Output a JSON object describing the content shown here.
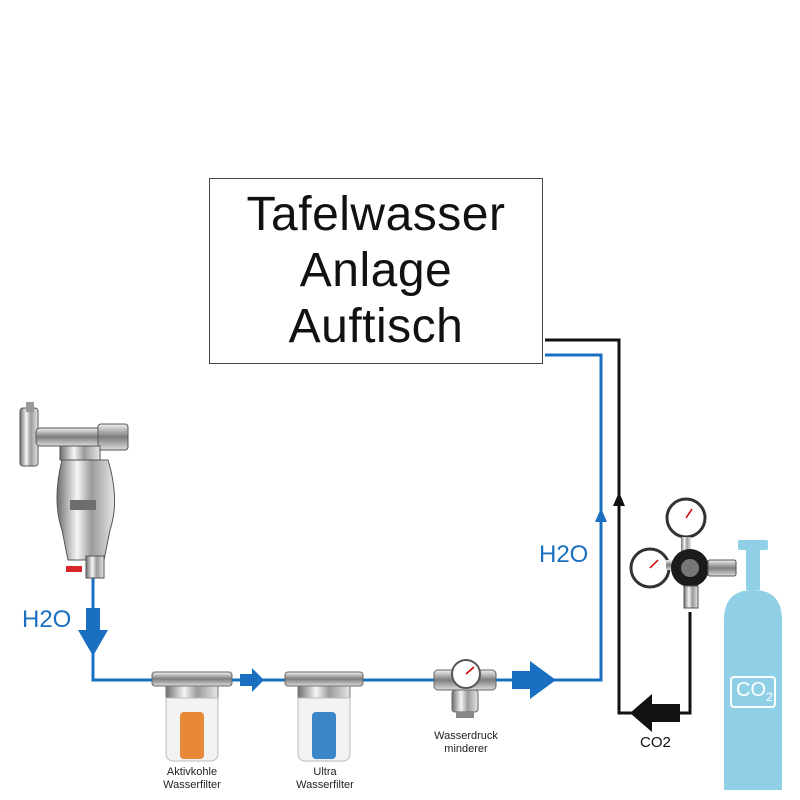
{
  "title": {
    "lines": [
      "Tafelwasser",
      "Anlage",
      "Auftisch"
    ]
  },
  "labels": {
    "h2o_left": "H2O",
    "h2o_right": "H2O",
    "co2": "CO2",
    "bottle_badge_main": "CO",
    "bottle_badge_sub": "2",
    "filter1": [
      "Aktivkohle",
      "Wasserfilter"
    ],
    "filter2": [
      "Ultra",
      "Wasserfilter"
    ],
    "reducer": [
      "Wasserdruck",
      "minderer"
    ]
  },
  "colors": {
    "water_line": "#1a6fc0",
    "co2_line": "#111111",
    "bottle": "#8fd0e6",
    "filter1_cartridge": "#e8893a",
    "filter2_cartridge": "#3c85c8",
    "valve_handle": "#d9262b"
  }
}
